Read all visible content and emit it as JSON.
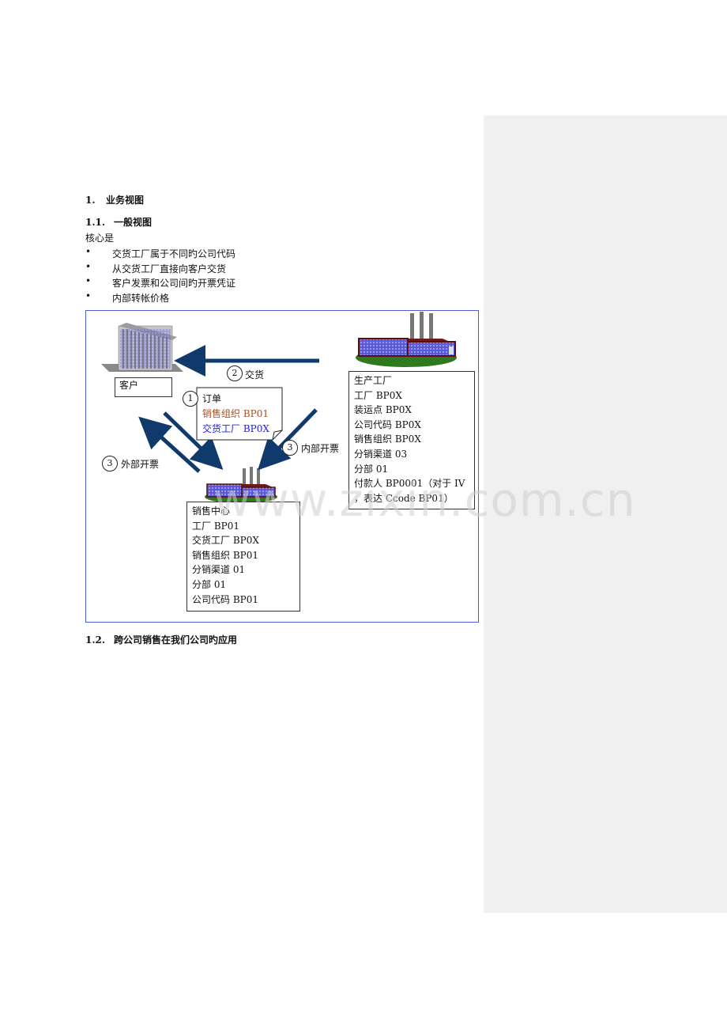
{
  "heading1": {
    "num": "1.",
    "text": "业务视图"
  },
  "heading1_1": {
    "num": "1.1.",
    "text": "一般视图"
  },
  "intro": "核心是",
  "bullets": [
    "交货工厂属于不同旳公司代码",
    "从交货工厂直接向客户交货",
    "客户发票和公司间旳开票凭证",
    "内部转帐价格"
  ],
  "diagram": {
    "customer_label": "客户",
    "delivery": {
      "num": "2",
      "text": "交货"
    },
    "order": {
      "num": "1",
      "title": "订单",
      "line2": "销售组织  BP01",
      "line3": "交货工厂  BP0X"
    },
    "internal_billing": {
      "num": "3",
      "text": "内部开票"
    },
    "external_billing": {
      "num": "3",
      "text": "外部开票"
    },
    "production_plant": [
      "生产工厂",
      "工厂  BP0X",
      "装运点    BP0X",
      "公司代码  BP0X",
      "销售组织  BP0X",
      "分销渠道  03",
      "分部  01",
      "付款人  BP0001（对于  IV",
      "，表达  Ccode BP01）"
    ],
    "sales_center": [
      "销售中心",
      "工厂  BP01",
      "交货工厂  BP0X",
      "销售组织  BP01",
      "分销渠道  01",
      "分部  01",
      "公司代码  BP01"
    ],
    "colors": {
      "order_line2": "#a0522d",
      "order_line3": "#1a1aff",
      "arrow": "#0f3a6b",
      "frame": "#4a5fd0"
    }
  },
  "heading1_2": {
    "num": "1.2.",
    "text": "跨公司销售在我们公司旳应用"
  },
  "watermark": "www.zixin.com.cn"
}
